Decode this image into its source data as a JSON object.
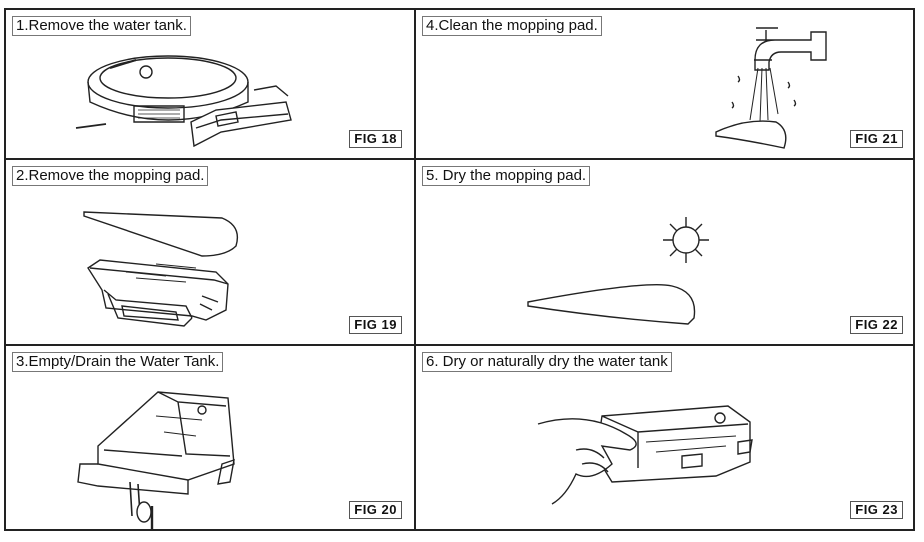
{
  "steps": [
    {
      "text": "1.Remove the water tank.",
      "fig": "FIG 18"
    },
    {
      "text": "4.Clean the mopping pad.",
      "fig": "FIG 21"
    },
    {
      "text": "2.Remove the mopping pad.",
      "fig": "FIG 19"
    },
    {
      "text": "5. Dry the mopping pad.",
      "fig": "FIG 22"
    },
    {
      "text": "3.Empty/Drain the Water Tank.",
      "fig": "FIG 20"
    },
    {
      "text": "6. Dry or naturally dry the water tank",
      "fig": "FIG 23"
    }
  ]
}
